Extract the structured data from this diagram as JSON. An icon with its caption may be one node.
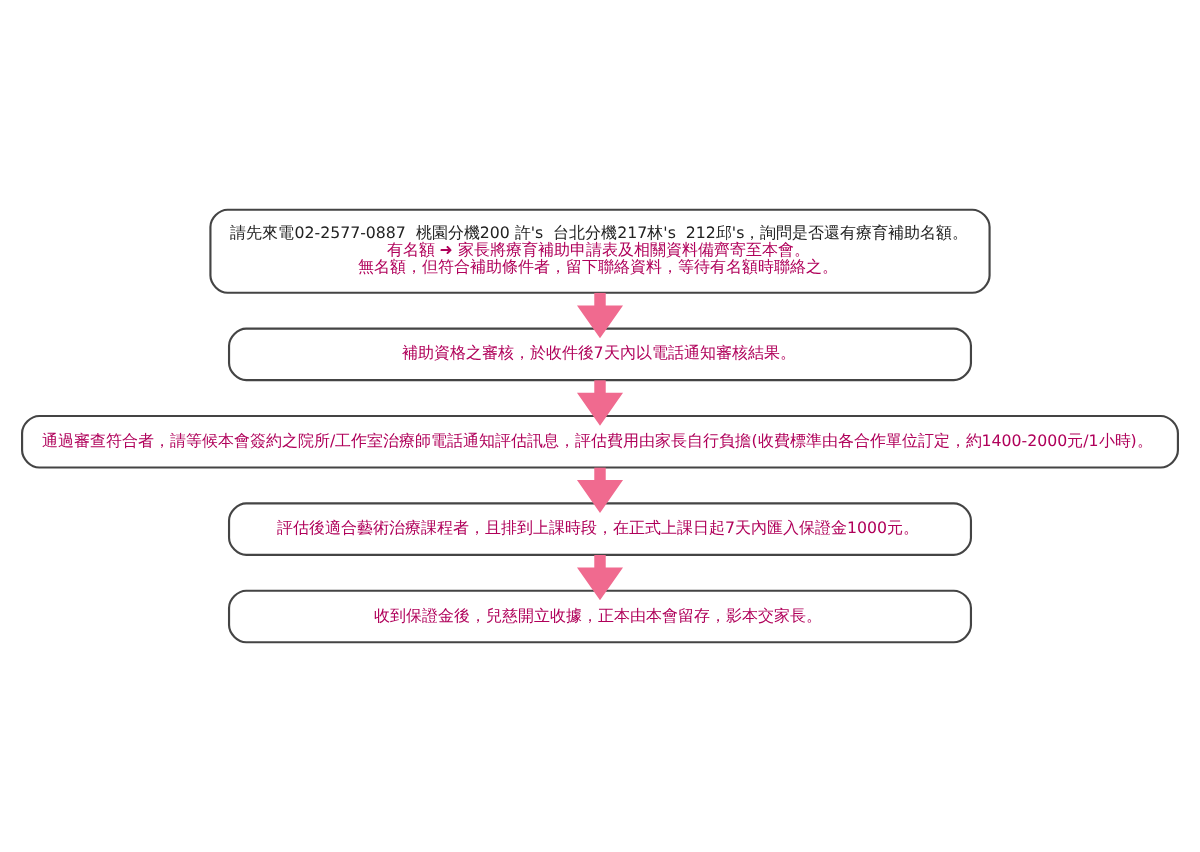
{
  "diagram": {
    "nodes": [
      {
        "text": [
          "請先來電02-2577-0887  桃園分機200 許's  台北分機217林's  212邱's，詢問是否還有療育補助名額。",
          "有名額 ➜ 家長將療育補助申請表及相關資料備齊寄至本會。",
          "無名額，但符合補助條件者，留下聯絡資料，等待有名額時聯絡之。"
        ]
      },
      {
        "text": [
          "補助資格之審核，於收件後7天內以電話通知審核結果。"
        ]
      },
      {
        "text": [
          "通過審查符合者，請等候本會簽約之院所/工作室治療師電話通知評估訊息，評估費用由家長自行負擔(收費標準由各合作單位訂定，約1400-2000元/1小時)。"
        ]
      },
      {
        "text": [
          "評估後適合藝術治療課程者，且排到上課時段，在正式上課日起7天內匯入保證金1000元。"
        ]
      },
      {
        "text": [
          "收到保證金後，兒慈開立收據，正本由本會留存，影本交家長。"
        ]
      }
    ],
    "edges": [
      {
        "from": 0,
        "to": 1,
        "arrow": "to"
      },
      {
        "from": 1,
        "to": 2,
        "arrow": "to"
      },
      {
        "from": 2,
        "to": 3,
        "arrow": "to"
      },
      {
        "from": 3,
        "to": 4,
        "arrow": "to"
      }
    ]
  }
}
